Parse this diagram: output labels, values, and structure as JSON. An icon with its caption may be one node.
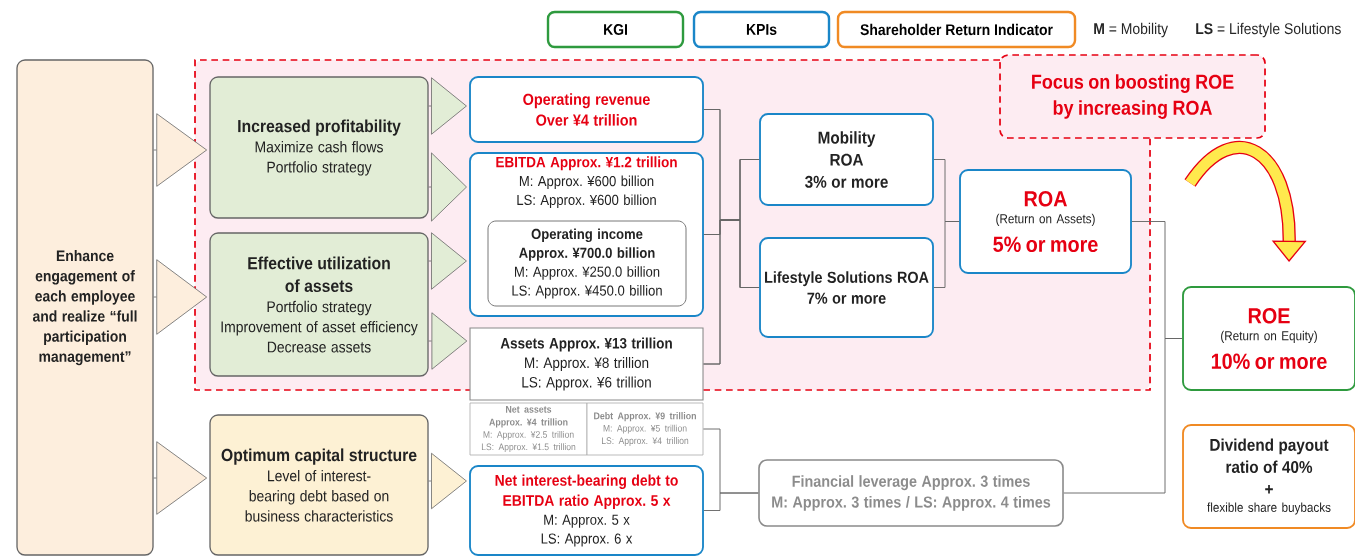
{
  "diagram": {
    "nodes": [
      {
        "text": [],
        "shape": "box"
      },
      {
        "text": [
          "Focus on boosting ROE by increasing ROA"
        ]
      },
      {
        "text": [
          "Enhance engagement of each employee and realize “full participation management”"
        ]
      },
      {
        "text": [
          "Increased profitability",
          "Maximize cash flows",
          "Portfolio strategy"
        ],
        "in": 0
      },
      {
        "text": [
          "Effective utilization of assets",
          "Portfolio strategy",
          "Improvement of asset efficiency",
          "Decrease assets"
        ],
        "in": 0
      },
      {
        "text": [
          "Optimum capital structure",
          "Level of interest-bearing debt based on business characteristics"
        ]
      },
      {
        "text": [
          "Operating revenue",
          "Over ¥4 trillion"
        ],
        "in": 0
      },
      {
        "text": [
          "EBITDA Approx. ¥1.2 trillion",
          "M: Approx. ¥600 billion",
          "LS: Approx. ¥600 billion"
        ],
        "in": 0
      },
      {
        "text": [
          "Operating income Approx. ¥700.0 billion",
          "M: Approx. ¥250.0 billion",
          "LS: Approx. ¥450.0 billion"
        ],
        "in": 7
      },
      {
        "text": [
          "Assets Approx. ¥13 trillion",
          "M: Approx. ¥8 trillion",
          "LS: Approx. ¥6 trillion"
        ]
      },
      {
        "text": [
          "Net assets Approx. ¥4 trillion",
          "M: Approx. ¥2.5 trillion",
          "LS: Approx. ¥1.5 trillion"
        ]
      },
      {
        "text": [
          "Debt Approx. ¥9 trillion",
          "M: Approx. ¥5 trillion",
          "LS: Approx. ¥4 trillion"
        ]
      },
      {
        "text": [
          "Net interest-bearing debt to EBITDA ratio Approx. 5 x",
          "M: Approx. 5 x",
          "LS: Approx. 6 x"
        ]
      },
      {
        "text": [
          "Mobility ROA",
          "3% or more"
        ],
        "in": 0
      },
      {
        "text": [
          "Lifestyle Solutions ROA",
          "7% or more"
        ],
        "in": 0
      },
      {
        "text": [
          "ROA",
          "(Return on Assets)",
          "5% or more"
        ],
        "in": 0
      },
      {
        "text": [
          "Financial leverage Approx. 3 times",
          "M: Approx. 3 times / LS: Approx. 4 times"
        ]
      },
      {
        "text": [
          "ROE",
          "(Return on Equity)",
          "10% or more"
        ]
      },
      {
        "text": [
          "Dividend payout ratio of 40%",
          "+",
          "flexible share buybacks"
        ]
      }
    ],
    "edges": [
      {
        "from": 2,
        "to": 3,
        "arrow": "to"
      },
      {
        "from": 2,
        "to": 4,
        "arrow": "to"
      },
      {
        "from": 2,
        "to": 5,
        "arrow": "to"
      },
      {
        "from": 3,
        "to": 6,
        "arrow": "to"
      },
      {
        "from": 3,
        "to": 7,
        "arrow": "to"
      },
      {
        "from": 4,
        "to": 7,
        "arrow": "to"
      },
      {
        "from": 4,
        "to": 9,
        "arrow": "to"
      },
      {
        "from": 5,
        "to": 12,
        "arrow": "to"
      },
      {
        "from": 6,
        "to": 13,
        "arrow": "none"
      },
      {
        "from": 6,
        "to": 14,
        "arrow": "none"
      },
      {
        "from": 7,
        "to": 13,
        "arrow": "none"
      },
      {
        "from": 7,
        "to": 14,
        "arrow": "none"
      },
      {
        "from": 9,
        "to": 13,
        "arrow": "none"
      },
      {
        "from": 9,
        "to": 14,
        "arrow": "none"
      },
      {
        "from": 13,
        "to": 15,
        "arrow": "none"
      },
      {
        "from": 14,
        "to": 15,
        "arrow": "none"
      },
      {
        "from": 15,
        "to": 17,
        "arrow": "none"
      },
      {
        "from": 16,
        "to": 17,
        "arrow": "none"
      },
      {
        "from": 11,
        "to": 16,
        "arrow": "none"
      },
      {
        "from": 12,
        "to": 16,
        "arrow": "none"
      }
    ],
    "labels": [
      "**M** = Mobility",
      "**LS** = Lifestyle Solutions"
    ],
    "legend": [
      {
        "text": "KGI",
        "color": "#2e9a3e"
      },
      {
        "text": "KPIs",
        "color": "#1a86c8"
      },
      {
        "text": "Shareholder Return Indicator",
        "color": "#f08a24"
      }
    ]
  }
}
